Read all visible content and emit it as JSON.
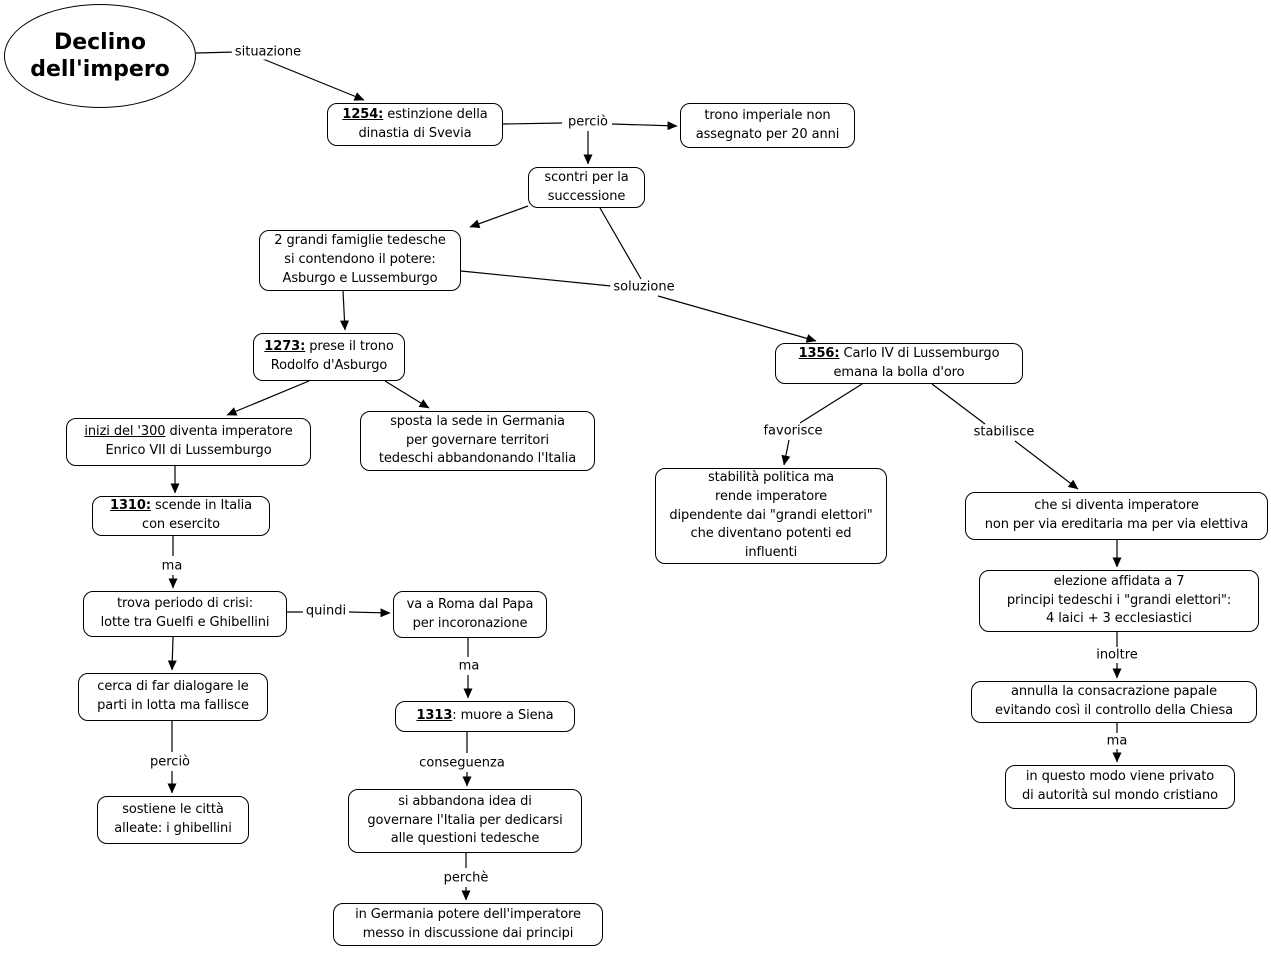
{
  "diagram": {
    "type": "concept-map",
    "colors": {
      "background": "#ffffff",
      "line": "#000000",
      "node_border": "#000000",
      "node_fill": "#ffffff",
      "text": "#000000"
    },
    "root": {
      "label": "Declino\ndell'impero"
    },
    "nodes": {
      "n1254": {
        "prefix": "1254:",
        "text": " estinzione della\ndinastia di Svevia"
      },
      "trono": {
        "text": "trono imperiale non\nassegnato per 20 anni"
      },
      "scontri": {
        "text": "scontri per la\nsuccessione"
      },
      "famiglie": {
        "text": "2 grandi famiglie tedesche\nsi contendono il potere:\nAsburgo e Lussemburgo"
      },
      "n1273": {
        "prefix": "1273:",
        "text": " prese il trono\nRodolfo d'Asburgo"
      },
      "inizi": {
        "prefix": "inizi del '300",
        "text": " diventa imperatore\nEnrico VII di Lussemburgo"
      },
      "sposta": {
        "text": "sposta la sede in Germania\nper governare territori\ntedeschi abbandonando l'Italia"
      },
      "n1310": {
        "prefix": "1310:",
        "text": " scende in Italia\ncon esercito"
      },
      "trova": {
        "text": "trova periodo di crisi:\nlotte tra Guelfi e Ghibellini"
      },
      "roma": {
        "text": "va a Roma dal Papa\nper incoronazione"
      },
      "cerca": {
        "text": "cerca di far dialogare le\nparti in lotta ma fallisce"
      },
      "sostiene": {
        "text": "sostiene le città\nalleate: i ghibellini"
      },
      "n1313": {
        "prefix": "1313",
        "text": ": muore a Siena"
      },
      "abbandona": {
        "text": "si abbandona idea di\ngovernare l'Italia per dedicarsi\nalle questioni tedesche"
      },
      "germania": {
        "text": "in Germania potere dell'imperatore\nmesso in discussione dai principi"
      },
      "n1356": {
        "prefix": "1356:",
        "text": " Carlo IV di Lussemburgo\nemana la bolla d'oro"
      },
      "stabilita": {
        "text": "stabilità politica ma\nrende imperatore\ndipendente dai \"grandi elettori\"\nche diventano potenti ed\ninfluenti"
      },
      "che": {
        "text": "che si diventa imperatore\nnon per via ereditaria ma per via elettiva"
      },
      "elezione": {
        "text": "elezione affidata a 7\nprincipi tedeschi i \"grandi elettori\":\n4 laici + 3 ecclesiastici"
      },
      "annulla": {
        "text": "annulla la consacrazione papale\nevitando così il controllo della Chiesa"
      },
      "inquesto": {
        "text": "in questo modo viene privato\ndi autorità sul mondo cristiano"
      }
    },
    "link_labels": {
      "situazione": "situazione",
      "percio_1": "perciò",
      "soluzione": "soluzione",
      "ma_1": "ma",
      "quindi": "quindi",
      "percio_2": "perciò",
      "ma_2": "ma",
      "conseguenza": "conseguenza",
      "perche": "perchè",
      "favorisce": "favorisce",
      "stabilisce": "stabilisce",
      "inoltre": "inoltre",
      "ma_3": "ma"
    }
  }
}
